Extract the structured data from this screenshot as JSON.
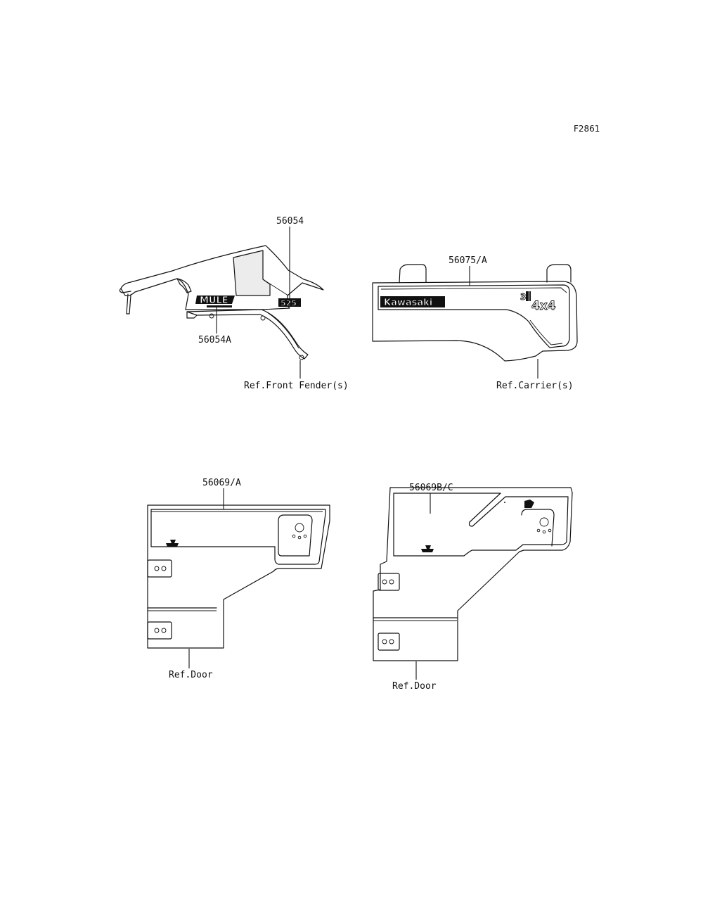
{
  "figure_code": "F2861",
  "parts": {
    "fender_decal": "56054",
    "fender_emblem": "56054A",
    "carrier_decal": "56075/A",
    "door_left_decal": "56069/A",
    "door_right_decal": "56069B/C"
  },
  "references": {
    "front_fender": "Ref.Front Fender(s)",
    "carrier": "Ref.Carrier(s)",
    "door_left": "Ref.Door",
    "door_right": "Ref.Door"
  },
  "decal_text": {
    "mule": "MULE",
    "model": "525",
    "brand": "Kawasaki",
    "drive_main": "4x4",
    "drive_prefix": "3"
  },
  "colors": {
    "line": "#111111",
    "background": "#ffffff"
  }
}
